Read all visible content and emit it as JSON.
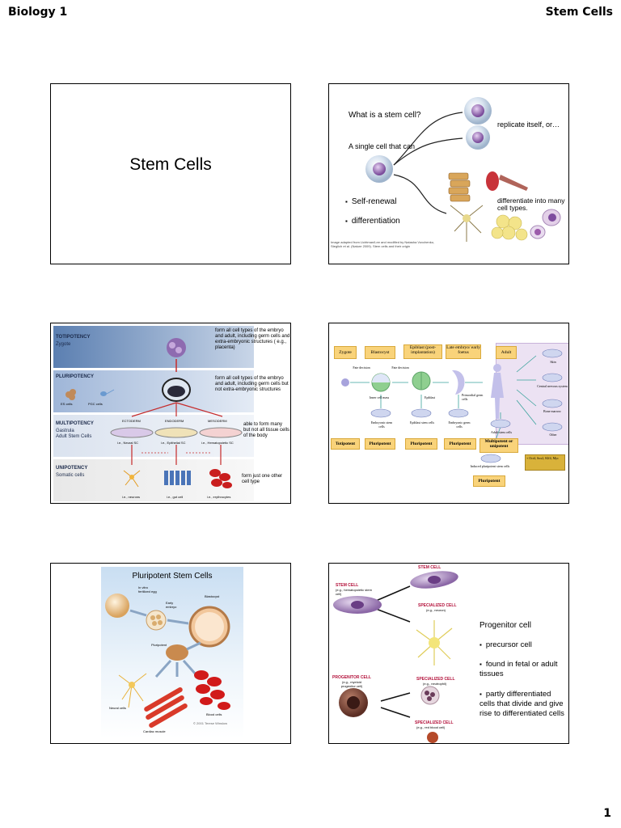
{
  "header": {
    "left": "Biology 1",
    "right": "Stem Cells"
  },
  "page_number": "1",
  "slide1": {
    "title": "Stem Cells"
  },
  "slide2": {
    "question": "What is a stem cell?",
    "single": "A single cell that can",
    "replicate": "replicate itself, or…",
    "differentiate": "differentiate into many cell types.",
    "bullets": [
      "Self-renewal",
      "differentiation"
    ],
    "credit": "Image adapted from Lichtman/Lee and modified by Natasha Vovchenko, Steglich et al. (Nature 2009). Stem cells and their origin"
  },
  "slide3": {
    "levels": [
      {
        "name": "TOTIPOTENCY",
        "sub": "Zygote",
        "desc": "form all cell types of the embryo and adult, including germ cells and extra-embryonic structures ( e.g., placenta)"
      },
      {
        "name": "PLURIPOTENCY",
        "sub": "",
        "desc": "form all cell types of the embryo and adult, including germ cells but not  extra-embryonic structures"
      },
      {
        "name": "MULTIPOTENCY",
        "sub": "Gastrula\nAdult Stem Cells",
        "desc": "able to form many but not all tissue cells of the body"
      },
      {
        "name": "UNIPOTENCY",
        "sub": "Somatic cells",
        "desc": "form just one other cell type"
      }
    ],
    "es": "ES cells",
    "pgc": "PGC cells",
    "layers": [
      "ECTODERM",
      "ENDODERM",
      "MESODERM"
    ],
    "sc": [
      "i.e., Neural SC",
      "i.e., Epithelial SC",
      "i.e., Hematopoietic SC"
    ],
    "cells": [
      "i.e., neurons",
      "i.e., gut cell",
      "i.e., erythrocytes"
    ]
  },
  "slide4": {
    "stages": [
      "Zygote",
      "Blastocyst",
      "Epiblast (post-implantation)",
      "Late embryo/ early foetus",
      "Adult"
    ],
    "fate1": "Fate decision",
    "fate2": "Fate decision",
    "inner": "Inner cell mass",
    "epiblast": "Epiblast",
    "primordial": "Primordial germ cells",
    "stemcells": [
      "Embryonic stem cells",
      "Epiblast stem cells",
      "Embryonic germ cells",
      "Adult stem cells"
    ],
    "potency": [
      "Totipotent",
      "Pluripotent",
      "Pluripotent",
      "Pluripotent",
      "Multipotent or unipotent"
    ],
    "tissues": [
      "Skin",
      "Central nervous system",
      "Bone marrow",
      "Other"
    ],
    "factors": "+ Oct4, Sox2, Klf4, Myc",
    "ips": "Induced pluripotent stem cells",
    "ips_potency": "Pluripotent"
  },
  "slide5": {
    "title": "Pluripotent Stem Cells",
    "egg": "In vitro fertilized egg",
    "early": "Early embryo",
    "blast": "Blastocyst",
    "pluri": "Pluripotent",
    "neural": "Neural cells",
    "blood": "Blood cells",
    "cardiac": "Cardiac muscle",
    "copy": "© 2001 Terese Winslow"
  },
  "slide6": {
    "stem_top": "STEM CELL",
    "stem_left": "STEM CELL",
    "stem_left_sub": "(e.g., hematopoietic stem cell)",
    "spec1": "SPECIALIZED CELL",
    "spec1_sub": "(e.g., neuron)",
    "prog": "PROGENITOR CELL",
    "prog_sub": "(e.g., myeloid progenitor cell)",
    "spec2": "SPECIALIZED CELL",
    "spec2_sub": "(e.g., neutrophil)",
    "spec3": "SPECIALIZED CELL",
    "spec3_sub": "(e.g., red blood cell)",
    "heading": "Progenitor  cell",
    "bullets": [
      "precursor cell",
      "found in fetal or adult tissues",
      "partly differentiated cells that divide and give rise to differentiated cells"
    ]
  }
}
